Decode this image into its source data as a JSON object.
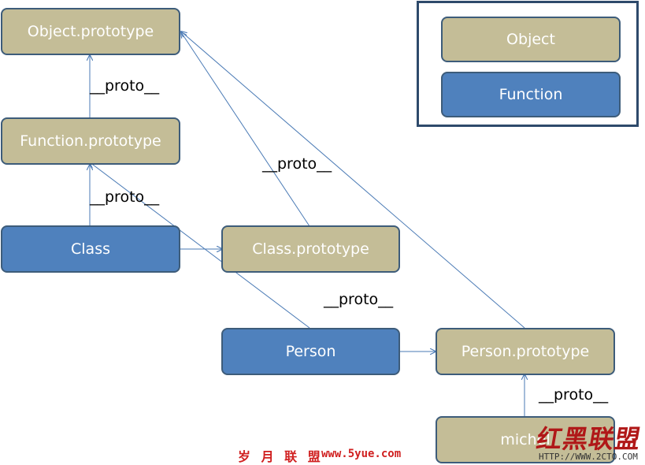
{
  "nodes": {
    "object_prototype": "Object.prototype",
    "function_prototype": "Function.prototype",
    "class": "Class",
    "class_prototype": "Class.prototype",
    "person": "Person",
    "person_prototype": "Person.prototype",
    "michel": "michel"
  },
  "edge_labels": {
    "proto_1": "__proto__",
    "proto_2": "__proto__",
    "proto_3": "__proto__",
    "proto_4": "__proto__",
    "proto_5": "__proto__"
  },
  "legend": {
    "object": "Object",
    "function": "Function"
  },
  "colors": {
    "prototype_fill": "#c4bd97",
    "function_fill": "#4f81bd",
    "border": "#3d5c7a",
    "arrow": "#4a7ab5"
  },
  "watermark": {
    "cn_text": "岁 月 联 盟",
    "url_text": "www.5yue.com",
    "logo_text": "红黑联盟",
    "logo_url": "HTTP://WWW.2CTO.COM"
  }
}
